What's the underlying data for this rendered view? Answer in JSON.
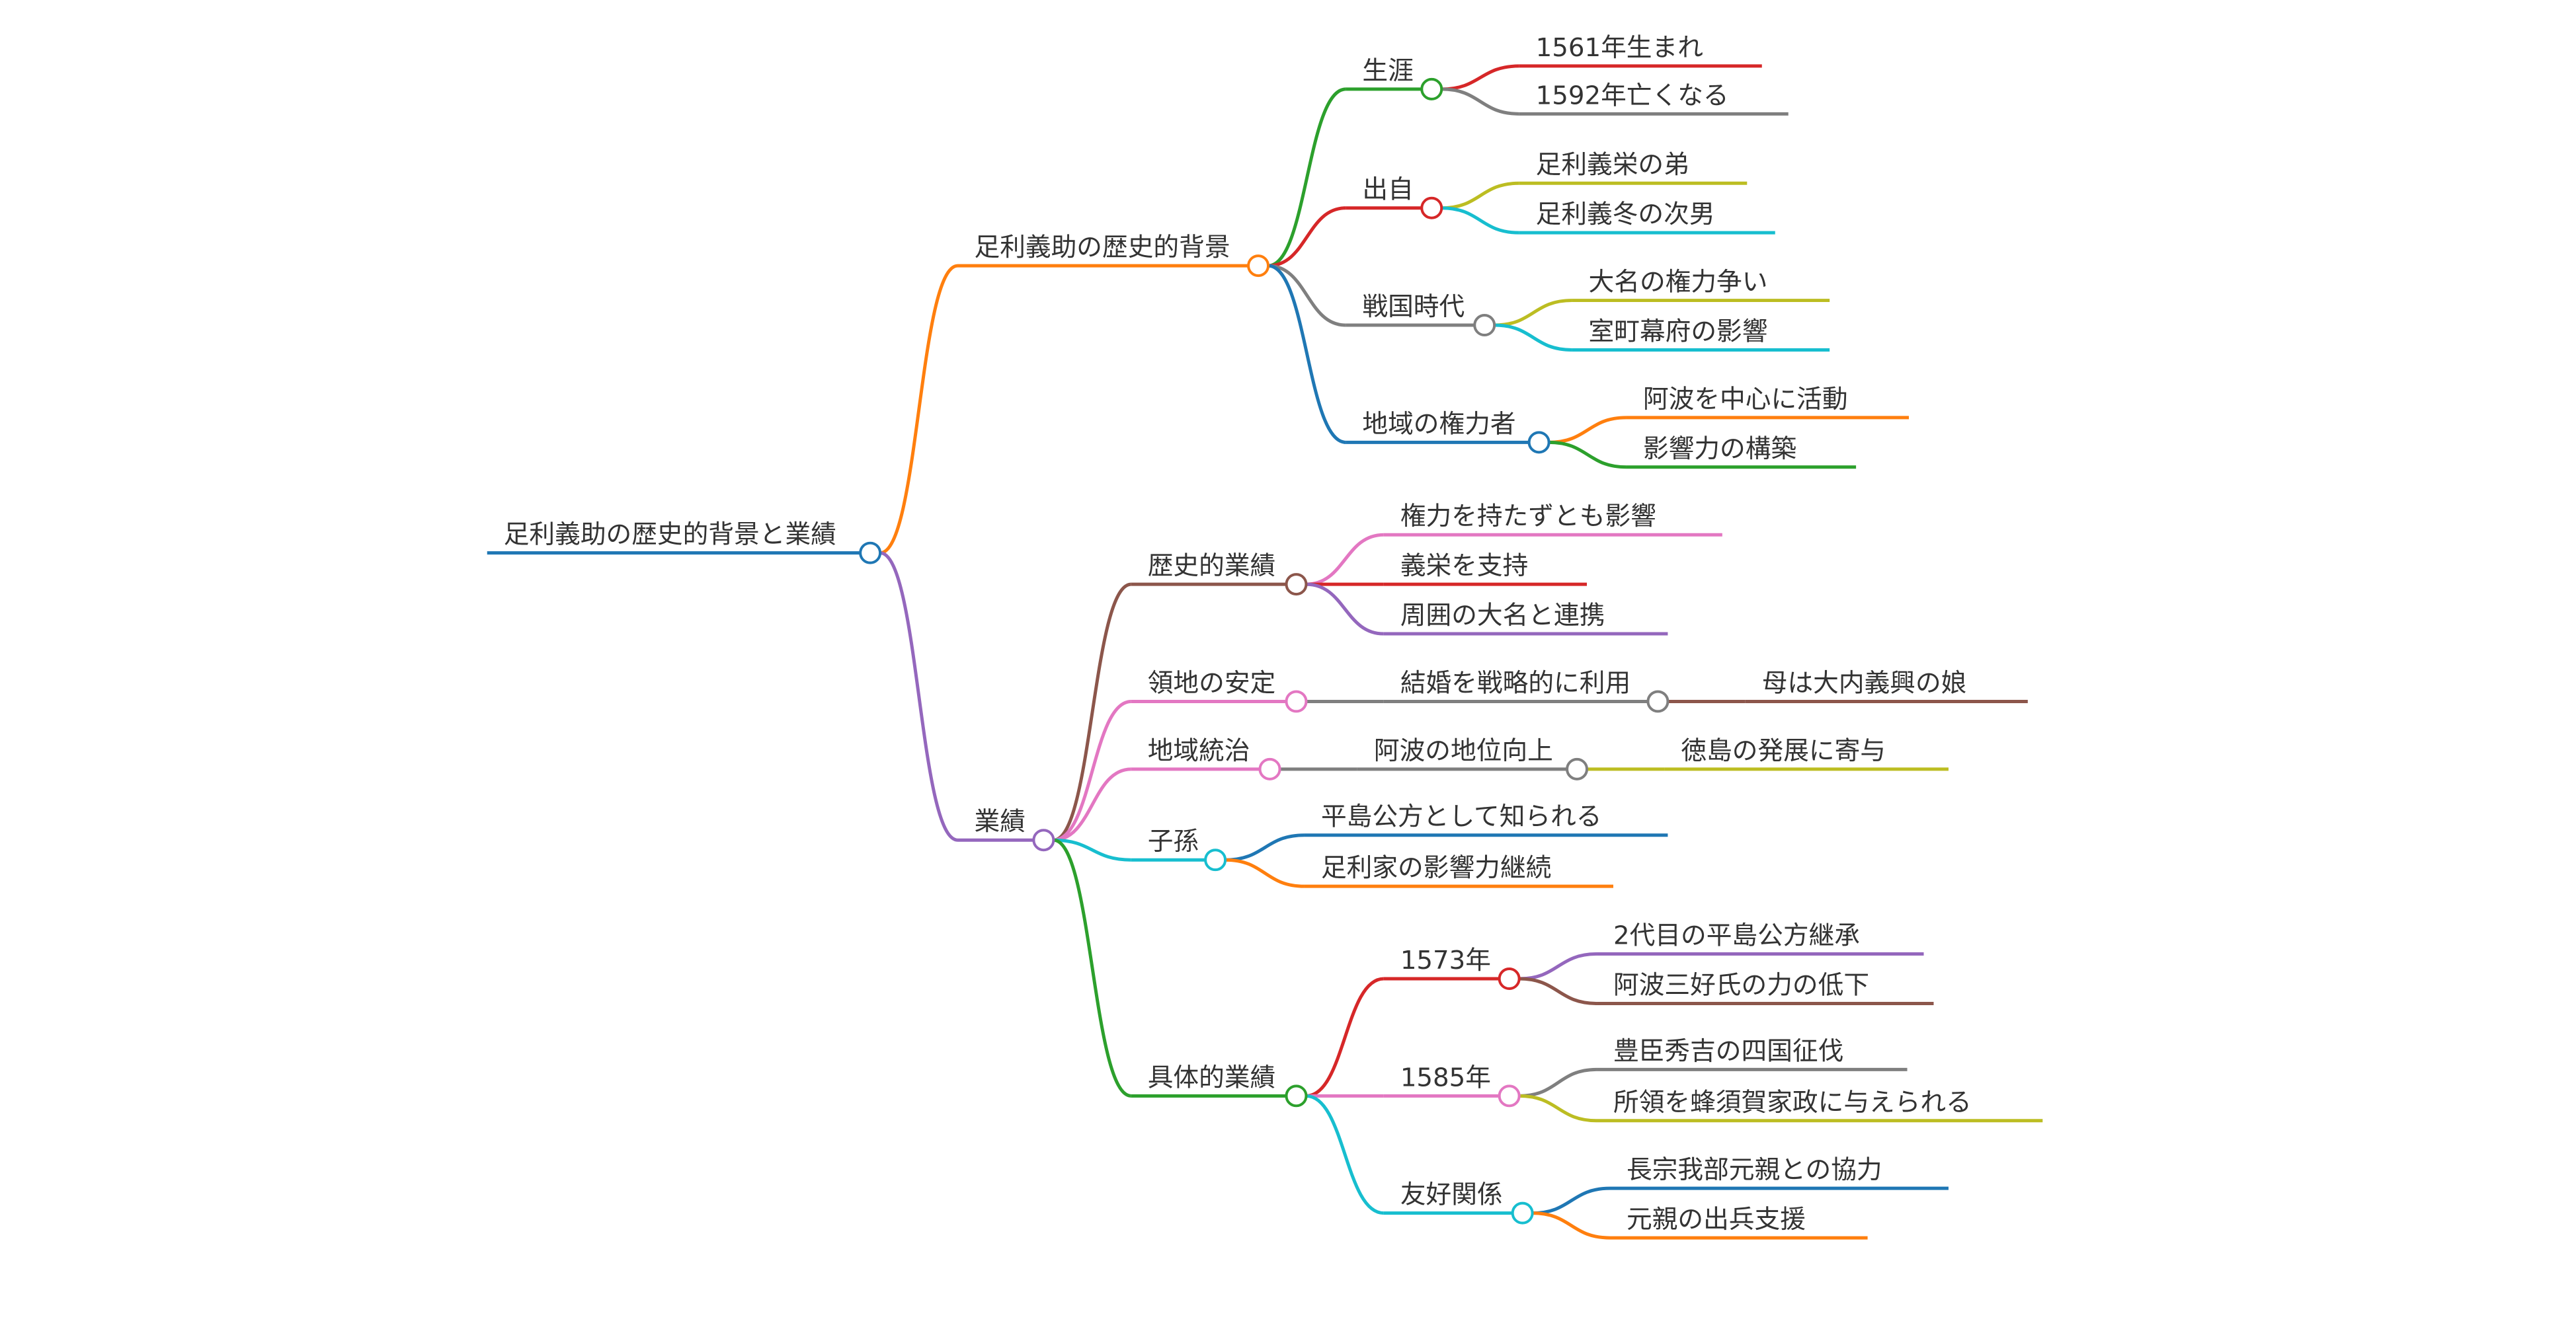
{
  "mindmap": {
    "root": {
      "label": "足利義助の歴史的背景と業績",
      "color": "#1f77b4",
      "children": [
        {
          "label": "足利義助の歴史的背景",
          "color": "#ff7f0e",
          "children": [
            {
              "label": "生涯",
              "color": "#2ca02c",
              "children": [
                {
                  "label": "1561年生まれ",
                  "color": "#d62728"
                },
                {
                  "label": "1592年亡くなる",
                  "color": "#7f7f7f"
                }
              ]
            },
            {
              "label": "出自",
              "color": "#d62728",
              "children": [
                {
                  "label": "足利義栄の弟",
                  "color": "#bcbd22"
                },
                {
                  "label": "足利義冬の次男",
                  "color": "#17becf"
                }
              ]
            },
            {
              "label": "戦国時代",
              "color": "#7f7f7f",
              "children": [
                {
                  "label": "大名の権力争い",
                  "color": "#bcbd22"
                },
                {
                  "label": "室町幕府の影響",
                  "color": "#17becf"
                }
              ]
            },
            {
              "label": "地域の権力者",
              "color": "#1f77b4",
              "children": [
                {
                  "label": "阿波を中心に活動",
                  "color": "#ff7f0e"
                },
                {
                  "label": "影響力の構築",
                  "color": "#2ca02c"
                }
              ]
            }
          ]
        },
        {
          "label": "業績",
          "color": "#9467bd",
          "children": [
            {
              "label": "歴史的業績",
              "color": "#8c564b",
              "children": [
                {
                  "label": "権力を持たずとも影響",
                  "color": "#e377c2"
                },
                {
                  "label": "義栄を支持",
                  "color": "#d62728"
                },
                {
                  "label": "周囲の大名と連携",
                  "color": "#9467bd"
                }
              ]
            },
            {
              "label": "領地の安定",
              "color": "#e377c2",
              "children": [
                {
                  "label": "結婚を戦略的に利用",
                  "color": "#7f7f7f",
                  "children": [
                    {
                      "label": "母は大内義興の娘",
                      "color": "#8c564b"
                    }
                  ]
                }
              ]
            },
            {
              "label": "地域統治",
              "color": "#e377c2",
              "children": [
                {
                  "label": "阿波の地位向上",
                  "color": "#7f7f7f",
                  "children": [
                    {
                      "label": "徳島の発展に寄与",
                      "color": "#bcbd22"
                    }
                  ]
                }
              ]
            },
            {
              "label": "子孫",
              "color": "#17becf",
              "children": [
                {
                  "label": "平島公方として知られる",
                  "color": "#1f77b4"
                },
                {
                  "label": "足利家の影響力継続",
                  "color": "#ff7f0e"
                }
              ]
            },
            {
              "label": "具体的業績",
              "color": "#2ca02c",
              "children": [
                {
                  "label": "1573年",
                  "color": "#d62728",
                  "children": [
                    {
                      "label": "2代目の平島公方継承",
                      "color": "#9467bd"
                    },
                    {
                      "label": "阿波三好氏の力の低下",
                      "color": "#8c564b"
                    }
                  ]
                },
                {
                  "label": "1585年",
                  "color": "#e377c2",
                  "children": [
                    {
                      "label": "豊臣秀吉の四国征伐",
                      "color": "#7f7f7f"
                    },
                    {
                      "label": "所領を蜂須賀家政に与えられる",
                      "color": "#bcbd22"
                    }
                  ]
                },
                {
                  "label": "友好関係",
                  "color": "#17becf",
                  "children": [
                    {
                      "label": "長宗我部元親との協力",
                      "color": "#1f77b4"
                    },
                    {
                      "label": "元親の出兵支援",
                      "color": "#ff7f0e"
                    }
                  ]
                }
              ]
            }
          ]
        }
      ]
    }
  }
}
